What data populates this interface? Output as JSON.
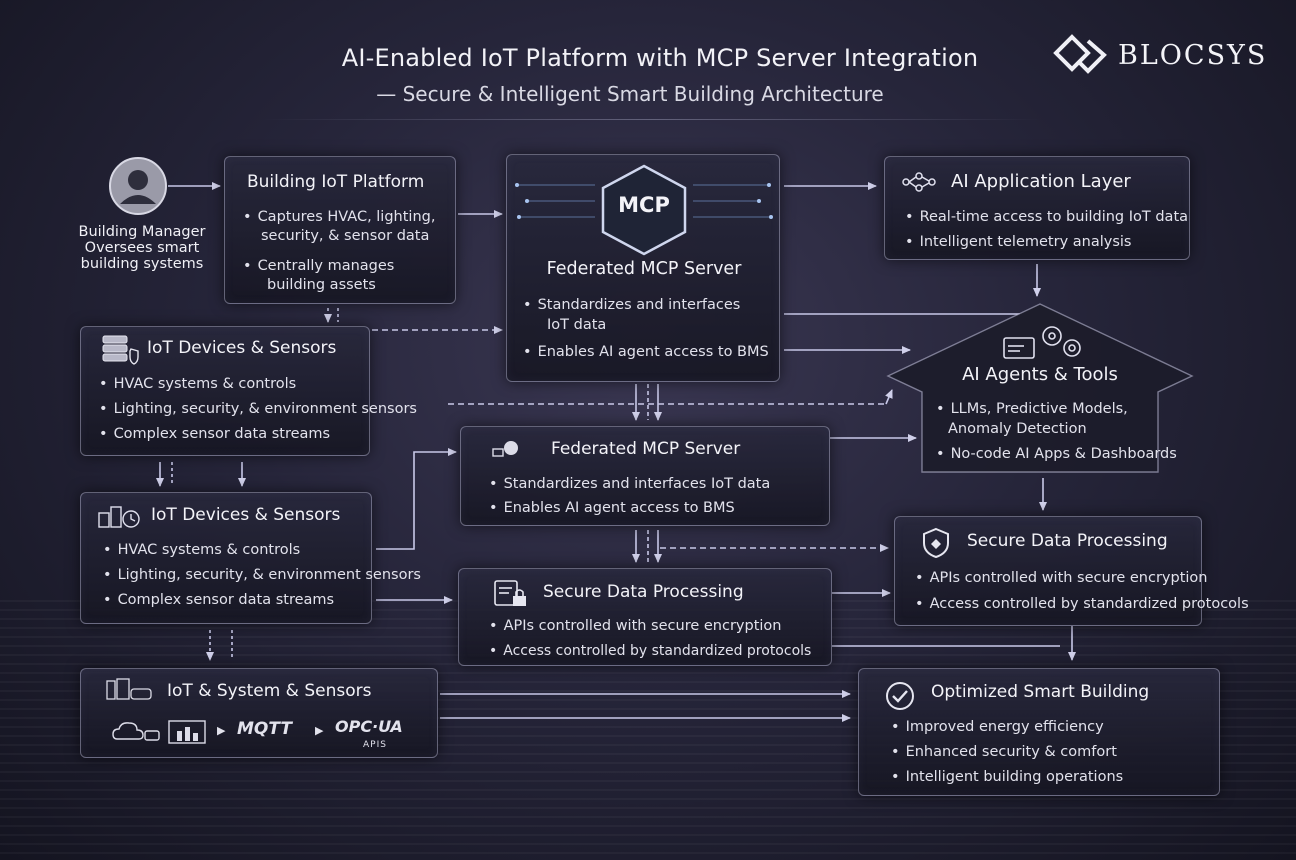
{
  "header": {
    "title": "AI-Enabled IoT Platform with MCP Server Integration",
    "subtitle": "— Secure & Intelligent Smart Building Architecture"
  },
  "logo": {
    "text": "BLOCSYS"
  },
  "manager": {
    "name": "Building Manager",
    "desc1": "Oversees smart",
    "desc2": "building systems"
  },
  "iot_platform": {
    "title": "Building IoT Platform",
    "b1a": "Captures HVAC, lighting,",
    "b1b": "security, & sensor data",
    "b2a": "Centrally manages",
    "b2b": "building assets"
  },
  "mcp_main": {
    "badge": "MCP",
    "title": "Federated MCP Server",
    "b1a": "Standardizes and interfaces",
    "b1b": "IoT data",
    "b2": "Enables AI agent access to BMS"
  },
  "ai_app": {
    "title": "AI Application Layer",
    "b1": "Real-time access to building IoT data",
    "b2": "Intelligent telemetry analysis"
  },
  "devices1": {
    "title": "IoT Devices & Sensors",
    "b1": "HVAC systems & controls",
    "b2": "Lighting, security, & environment sensors",
    "b3": "Complex sensor data streams"
  },
  "ai_agents": {
    "title": "AI Agents & Tools",
    "b1a": "LLMs, Predictive Models,",
    "b1b": "Anomaly Detection",
    "b2": "No-code AI Apps & Dashboards"
  },
  "mcp2": {
    "title": "Federated MCP Server",
    "b1": "Standardizes and interfaces IoT data",
    "b2": "Enables AI agent access to BMS"
  },
  "devices2": {
    "title": "IoT Devices & Sensors",
    "b1": "HVAC systems & controls",
    "b2": "Lighting, security, & environment sensors",
    "b3": "Complex sensor data streams"
  },
  "secure_right": {
    "title": "Secure Data Processing",
    "b1": "APIs controlled with secure encryption",
    "b2": "Access controlled by standardized protocols"
  },
  "secure_center": {
    "title": "Secure Data Processing",
    "b1": "APIs controlled with secure encryption",
    "b2": "Access controlled by standardized protocols"
  },
  "system": {
    "title": "IoT & System & Sensors",
    "mqtt": "MQTT",
    "opcua": "OPC·UA",
    "apis": "APIS"
  },
  "optimized": {
    "title": "Optimized Smart Building",
    "b1": "Improved energy efficiency",
    "b2": "Enhanced security & comfort",
    "b3": "Intelligent building operations"
  },
  "icons": {
    "avatar": "person-avatar-icon",
    "mcp": "hexagon-circuit-icon",
    "network": "network-nodes-icon",
    "gears": "gears-dashboard-icon",
    "server": "server-stack-icon",
    "shield": "shield-icon",
    "lock": "document-lock-icon",
    "check": "check-circle-icon"
  },
  "colors": {
    "background": "#26253a",
    "arrow": "#c8c8e8",
    "accent": "#8fb0e6"
  }
}
